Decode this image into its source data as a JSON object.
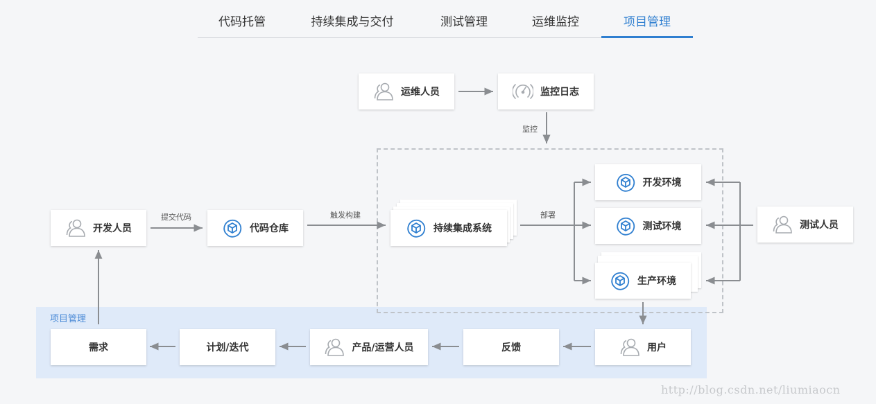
{
  "tabs": [
    {
      "label": "代码托管",
      "active": false
    },
    {
      "label": "持续集成与交付",
      "active": false
    },
    {
      "label": "测试管理",
      "active": false
    },
    {
      "label": "运维监控",
      "active": false
    },
    {
      "label": "项目管理",
      "active": true
    }
  ],
  "colors": {
    "accent": "#2f7fd0",
    "band": "#dfeaf9",
    "person_icon": "#a7abb0",
    "cube_icon": "#2f7fd0"
  },
  "project_management_label": "项目管理",
  "nodes": {
    "ops_staff": {
      "label": "运维人员",
      "icon": "person-icon"
    },
    "monitor_log": {
      "label": "监控日志",
      "icon": "monitor-gauge-icon"
    },
    "developer": {
      "label": "开发人员",
      "icon": "person-icon"
    },
    "code_repo": {
      "label": "代码仓库",
      "icon": "cube-icon"
    },
    "ci_system": {
      "label": "持续集成系统",
      "icon": "cube-icon"
    },
    "dev_env": {
      "label": "开发环境",
      "icon": "cube-icon"
    },
    "test_env": {
      "label": "测试环境",
      "icon": "cube-icon"
    },
    "prod_env": {
      "label": "生产环境",
      "icon": "cube-icon"
    },
    "tester": {
      "label": "测试人员",
      "icon": "person-icon"
    },
    "requirement": {
      "label": "需求"
    },
    "plan_iteration": {
      "label": "计划/迭代"
    },
    "product_ops": {
      "label": "产品/运营人员",
      "icon": "person-icon"
    },
    "feedback": {
      "label": "反馈"
    },
    "user": {
      "label": "用户",
      "icon": "person-icon"
    }
  },
  "edge_labels": {
    "monitor": "监控",
    "submit_code": "提交代码",
    "trigger_build": "触发构建",
    "deploy": "部署"
  },
  "watermark": "http://blog.csdn.net/liumiaocn"
}
